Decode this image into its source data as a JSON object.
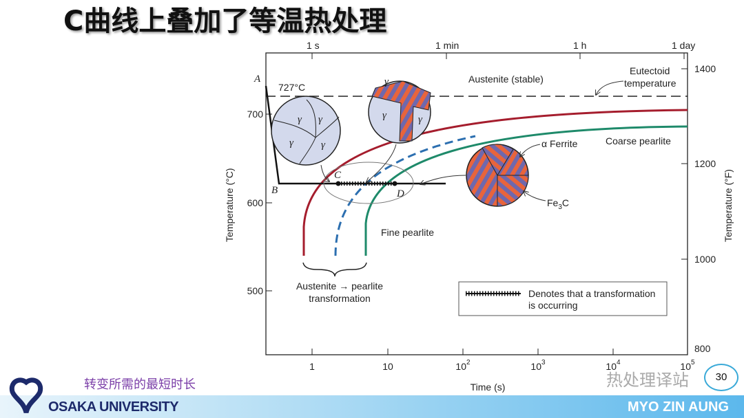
{
  "title": "C曲线上叠加了等温热处理",
  "diagram": {
    "top_ticks": [
      "1 s",
      "1 min",
      "1 h",
      "1 day"
    ],
    "x_ticks": [
      "1",
      "10",
      "10",
      "10",
      "10",
      "10"
    ],
    "x_exps": [
      "",
      "",
      "2",
      "3",
      "4",
      "5"
    ],
    "x_label": "Time (s)",
    "y_left_ticks": [
      "700",
      "600",
      "500"
    ],
    "y_left_label": "Temperature (°C)",
    "y_right_ticks": [
      "1400",
      "1200",
      "1000",
      "800"
    ],
    "y_right_label": "Temperature (°F)",
    "eutectoid_temp": "727°C",
    "eutectoid_label": [
      "Eutectoid",
      "temperature"
    ],
    "austenite_stable": "Austenite (stable)",
    "coarse": "Coarse pearlite",
    "fine": "Fine pearlite",
    "ferrite": "α Ferrite",
    "fe3c": "Fe",
    "fe3c_sub": "3",
    "fe3c_c": "C",
    "transformation": [
      "Austenite → pearlite",
      "transformation"
    ],
    "points": {
      "A": "A",
      "B": "B",
      "C": "C",
      "D": "D"
    },
    "gamma": "γ",
    "legend": [
      "Denotes that a transformation",
      "is occurring"
    ]
  },
  "footer": {
    "note": "转变所需的最短时长",
    "university": "OSAKA UNIVERSITY",
    "author": "MYO ZIN AUNG",
    "watermark": "热处理译站",
    "page": "30"
  },
  "colors": {
    "start": "#a51d2d",
    "finish": "#1e8a6a",
    "half": "#2c6fb0",
    "stripe_a": "#e8643c",
    "stripe_b": "#6f68ad"
  }
}
